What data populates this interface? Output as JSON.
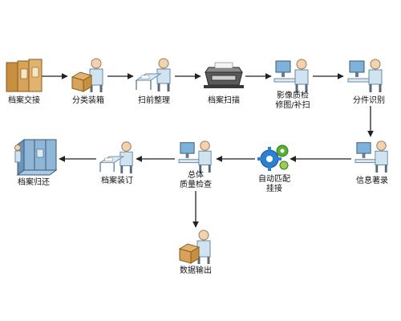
{
  "diagram": {
    "nodes": [
      {
        "id": "archive-handover",
        "label": "档案交接",
        "icon": "archive-boxes-icon"
      },
      {
        "id": "sort-box",
        "label": "分类装箱",
        "icon": "worker-boxing-icon"
      },
      {
        "id": "pre-scan",
        "label": "扫前整理",
        "icon": "worker-desk-icon"
      },
      {
        "id": "scan",
        "label": "档案扫描",
        "icon": "scanner-icon"
      },
      {
        "id": "image-qc",
        "label": "影像质检",
        "label2": "修图/补扫",
        "icon": "worker-computer-icon"
      },
      {
        "id": "split-identify",
        "label": "分件识别",
        "icon": "worker-computer-icon"
      },
      {
        "id": "info-record",
        "label": "信息著录",
        "icon": "worker-computer-icon"
      },
      {
        "id": "auto-match",
        "label": "自动匹配",
        "label2": "挂接",
        "icon": "gears-icon"
      },
      {
        "id": "overall-qc",
        "label": "总体",
        "label2": "质量检查",
        "icon": "worker-computer-icon"
      },
      {
        "id": "binding",
        "label": "档案装订",
        "icon": "worker-desk-icon"
      },
      {
        "id": "archive-return",
        "label": "档案归还",
        "icon": "archive-cabinet-icon"
      },
      {
        "id": "data-output",
        "label": "数据输出",
        "icon": "worker-boxing-icon"
      }
    ],
    "edges": [
      [
        "archive-handover",
        "sort-box"
      ],
      [
        "sort-box",
        "pre-scan"
      ],
      [
        "pre-scan",
        "scan"
      ],
      [
        "scan",
        "image-qc"
      ],
      [
        "image-qc",
        "split-identify"
      ],
      [
        "split-identify",
        "info-record"
      ],
      [
        "info-record",
        "auto-match"
      ],
      [
        "auto-match",
        "overall-qc"
      ],
      [
        "overall-qc",
        "binding"
      ],
      [
        "binding",
        "archive-return"
      ],
      [
        "overall-qc",
        "data-output"
      ]
    ],
    "colors": {
      "arrow": "#222222",
      "skin": "#f2d3b0",
      "shirt": "#cfe3f0",
      "box": "#d6a35a",
      "screen": "#7fb2d9",
      "gear_blue": "#2c7fd1",
      "gear_green": "#58b030",
      "cabinet": "#8fb6d6"
    }
  }
}
